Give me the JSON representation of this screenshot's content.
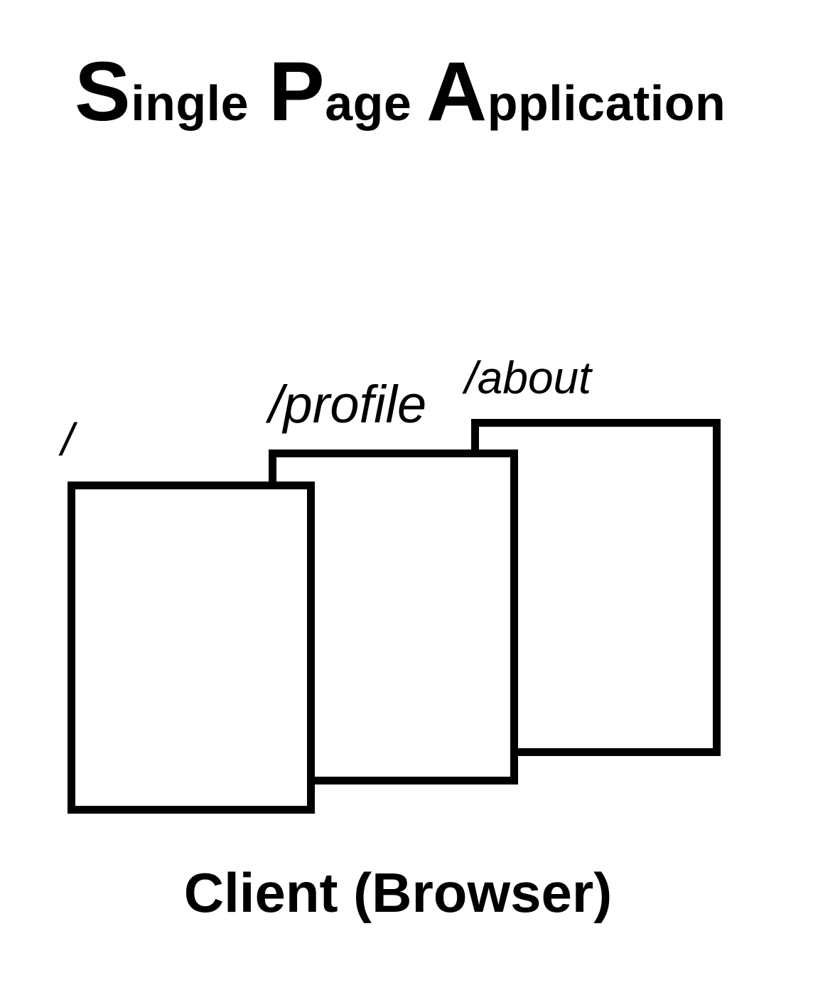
{
  "title": {
    "words": [
      {
        "initial": "S",
        "rest": "ingle"
      },
      {
        "initial": "P",
        "rest": "age"
      },
      {
        "initial": "A",
        "rest": "pplication"
      }
    ]
  },
  "pages": [
    {
      "label": "/"
    },
    {
      "label": "/profile"
    },
    {
      "label": "/about"
    }
  ],
  "caption": "Client (Browser)",
  "colors": {
    "ink": "#000000",
    "background": "#ffffff",
    "page_fill": "#ffffff",
    "page_border": "#000000"
  }
}
